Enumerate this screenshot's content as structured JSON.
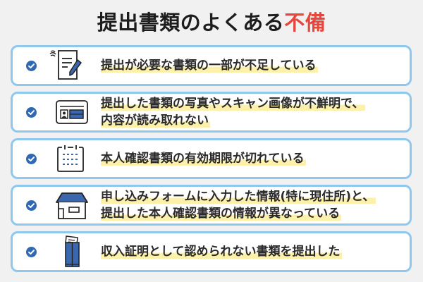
{
  "title": {
    "main": "提出書類のよくある",
    "accent": "不備",
    "accent_color": "#e8453c"
  },
  "colors": {
    "background": "#f1f1f2",
    "card_border": "#8ec8ef",
    "check_fill": "#2f69b3",
    "icon_blue": "#3a67ad",
    "highlight": "#fdf0a8"
  },
  "items": [
    {
      "icon": "document-pen-icon",
      "lines": [
        "提出が必要な書類の一部が不足している"
      ]
    },
    {
      "icon": "id-card-icon",
      "lines": [
        "提出した書類の写真やスキャン画像が不鮮明で、",
        "内容が読み取れない"
      ]
    },
    {
      "icon": "calendar-icon",
      "lines": [
        "本人確認書類の有効期限が切れている"
      ]
    },
    {
      "icon": "house-icon",
      "lines": [
        "申し込みフォームに入力した情報(特に現住所)と、",
        "提出した本人確認書類の情報が異なっている"
      ]
    },
    {
      "icon": "envelope-documents-icon",
      "lines": [
        "収入証明として認められない書類を提出した"
      ]
    }
  ]
}
